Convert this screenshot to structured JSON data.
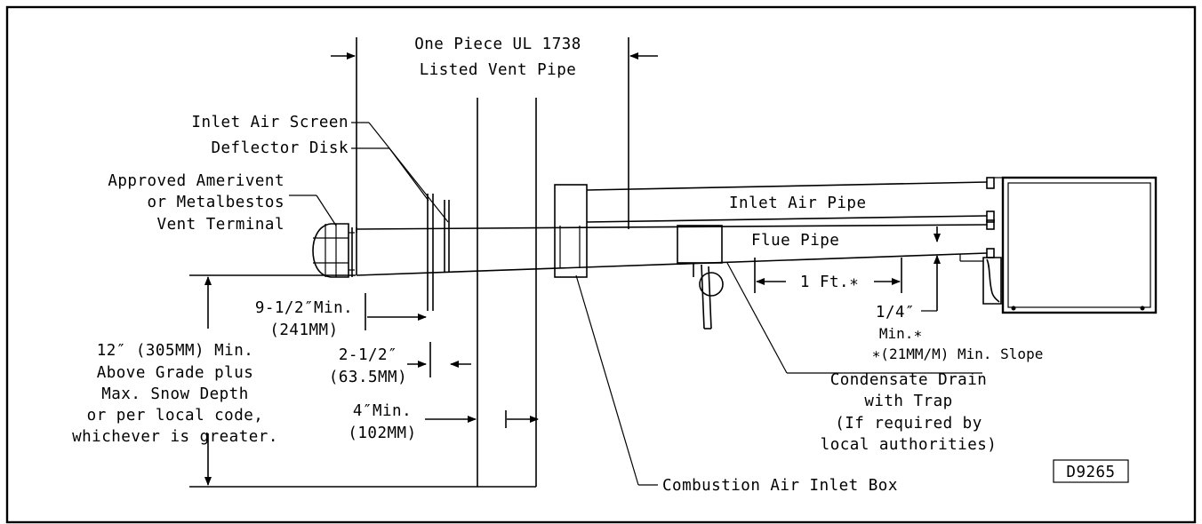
{
  "labels": {
    "vent_pipe_line1": "One Piece UL 1738",
    "vent_pipe_line2": "Listed Vent Pipe",
    "inlet_air_screen": "Inlet Air Screen",
    "deflector_disk": "Deflector Disk",
    "terminal_line1": "Approved Amerivent",
    "terminal_line2": "or Metalbestos",
    "terminal_line3": "Vent Terminal",
    "inlet_air_pipe": "Inlet Air Pipe",
    "flue_pipe": "Flue Pipe",
    "one_ft": "1 Ft.∗",
    "dim_9half_line1": "9-1/2″Min.",
    "dim_9half_line2": "(241MM)",
    "dim_2half_line1": "2-1/2″",
    "dim_2half_line2": "(63.5MM)",
    "dim_4_line1": "4″Min.",
    "dim_4_line2": "(102MM)",
    "grade_line1": "12″ (305MM) Min.",
    "grade_line2": "Above Grade plus",
    "grade_line3": "Max. Snow Depth",
    "grade_line4": "or per local code,",
    "grade_line5": "whichever is greater.",
    "slope_line1": "1/4″",
    "slope_line2": "Min.∗",
    "slope_line3": "∗(21MM/M) Min. Slope",
    "drain_line1": "Condensate Drain",
    "drain_line2": "with Trap",
    "drain_line3": "(If required by",
    "drain_line4": "local authorities)",
    "combustion_box": "Combustion Air Inlet Box",
    "drawing_id": "D9265"
  }
}
